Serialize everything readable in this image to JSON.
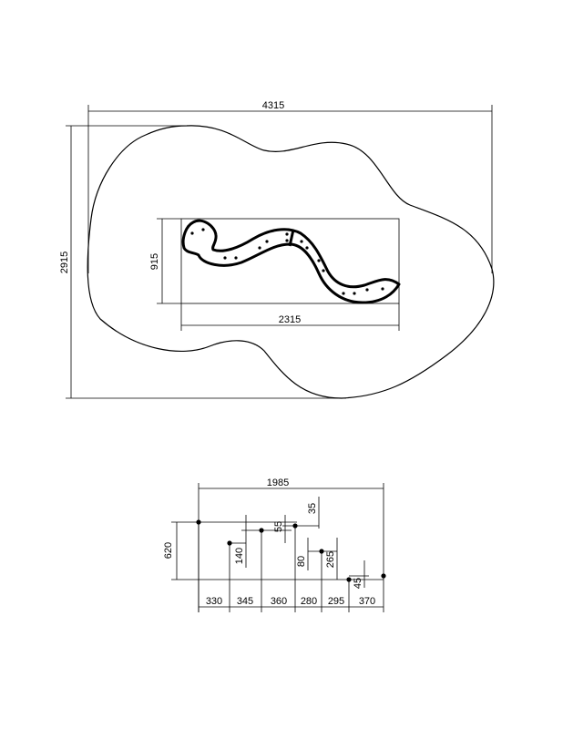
{
  "plan": {
    "overall_width": "4315",
    "overall_height": "2915",
    "inner_width": "2315",
    "inner_height": "915"
  },
  "detail": {
    "total_length": "1985",
    "total_height": "620",
    "segments": [
      "330",
      "345",
      "360",
      "280",
      "295",
      "370"
    ],
    "heights": [
      "140",
      "55",
      "35",
      "80",
      "265",
      "45"
    ]
  }
}
